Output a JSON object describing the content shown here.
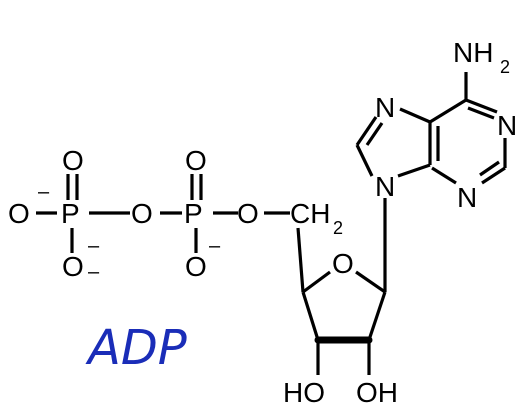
{
  "molecule": {
    "name_label": "ADP",
    "label_color": "#1a2db8",
    "bond_color": "#000000",
    "atoms": {
      "o_left": "O",
      "p1": "P",
      "o_bridge1": "O",
      "p2": "P",
      "o_bridge2": "O",
      "o_top1": "O",
      "o_bottom1": "O",
      "o_top2": "O",
      "o_bottom2": "O",
      "ch2": "CH",
      "ch2_sub": "2",
      "ring_o": "O",
      "ho_left": "HO",
      "oh_right": "OH",
      "n9": "N",
      "n7": "N",
      "n3": "N",
      "n1": "N",
      "nh2": "NH",
      "nh2_sub": "2"
    },
    "charges": {
      "c1": "–",
      "c2": "–",
      "c3": "–",
      "c4": "–"
    }
  }
}
